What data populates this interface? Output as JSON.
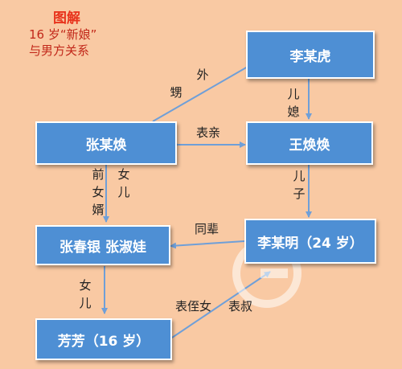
{
  "title": {
    "main": "图解",
    "line2": "16 岁“新娘”",
    "line3": "与男方关系"
  },
  "nodes": {
    "li_mouhu": "李某虎",
    "zhang_mouhuan": "张某焕",
    "wang_huanhuan": "王焕焕",
    "zhang_chunyin": "张春银  张淑娃",
    "li_mouming": "李某明（24 岁）",
    "fangfang": "芳芳（16 岁）"
  },
  "edges": {
    "wai": "外",
    "sheng": "甥",
    "biaoqin": "表亲",
    "erxi_1": "儿",
    "erxi_2": "媳",
    "erzi": "儿子",
    "qiannvxu": "前女婿",
    "nver_right": "女儿",
    "tongbei": "同辈",
    "nver_left": "女儿",
    "biaozhinv": "表侄女",
    "biaoshu": "表叔"
  },
  "colors": {
    "background": "#f9c9a3",
    "box": "#4e8fd4",
    "line": "#6f9fd8",
    "title": "#e8331c"
  }
}
